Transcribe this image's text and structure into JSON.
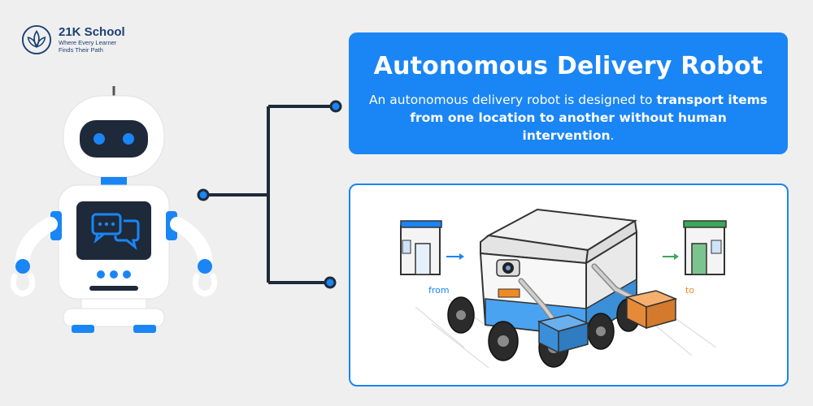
{
  "brand": {
    "name": "21K School",
    "tagline_line1": "Where Every Learner",
    "tagline_line2": "Finds Their Path",
    "colors": {
      "navy": "#1b3f73",
      "blue": "#1a85f5"
    }
  },
  "title_card": {
    "title": "Autonomous Delivery Robot",
    "description_pre": "An autonomous delivery robot is designed to ",
    "description_bold": "transport items from one location to another without human intervention",
    "description_post": "."
  },
  "illustration": {
    "from_label": "from",
    "to_label": "to"
  },
  "icons": [
    "lotus-logo-icon",
    "chat-bubbles-icon",
    "arrow-right-icon"
  ]
}
